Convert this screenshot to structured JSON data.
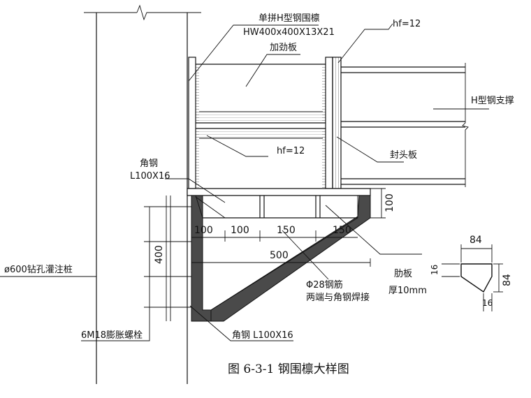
{
  "labels": {
    "beam_type": "单拼H型钢围檩",
    "beam_spec": "HW400x400X13X21",
    "stiffener": "加劲板",
    "hf_top": "hf=12",
    "hf_mid": "hf=12",
    "strut": "H型钢支撑",
    "end_plate": "封头板",
    "angle_top_name": "角钢",
    "angle_top_spec": "L100X16",
    "pile": "ø600钻孔灌注桩",
    "bolt": "6M18膨胀螺栓",
    "angle_bottom": "角钢 L100X16",
    "rebar_line1": "Φ28钢筋",
    "rebar_line2": "两端与角钢焊接",
    "rib_line1": "肋板",
    "rib_line2": "厚10mm"
  },
  "dimensions": {
    "d1": "100",
    "d2": "100",
    "d3": "150",
    "d4": "150",
    "total": "500",
    "height": "400",
    "right_100": "100",
    "rib_width": "84",
    "rib_height": "84",
    "rib_t1": "16",
    "rib_t2": "16"
  },
  "caption": "图 6-3-1 钢围檩大样图",
  "colors": {
    "line": "#111111",
    "fill": "#4a4a4a"
  }
}
